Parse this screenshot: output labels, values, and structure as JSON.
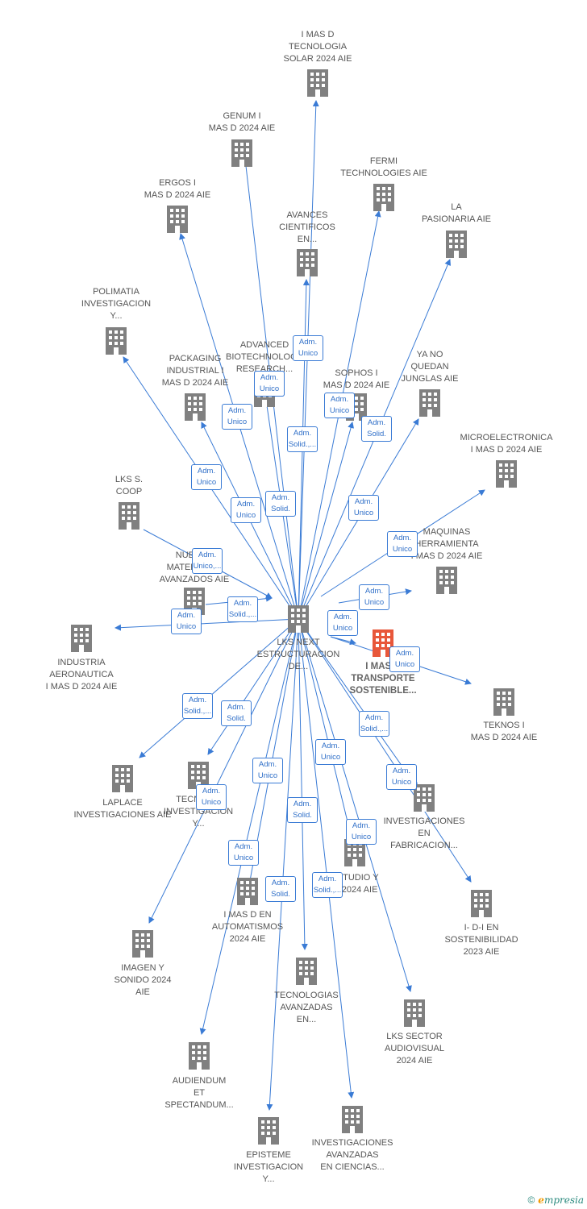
{
  "colors": {
    "edge": "#3a7bd5",
    "node": "#808080",
    "highlight": "#e8573a",
    "text": "#555555"
  },
  "center": {
    "id": "center",
    "label": "LKS NEXT\nESTRUCTURACION\nDE..."
  },
  "nodes": [
    {
      "id": "solar",
      "label": "I MAS D\nTECNOLOGIA\nSOLAR 2024 AIE",
      "icon": "building-icon"
    },
    {
      "id": "genum",
      "label": "GENUM I\nMAS D 2024 AIE",
      "icon": "building-icon"
    },
    {
      "id": "fermi",
      "label": "FERMI\nTECHNOLOGIES AIE",
      "icon": "building-icon"
    },
    {
      "id": "ergos",
      "label": "ERGOS I\nMAS D 2024 AIE",
      "icon": "building-icon"
    },
    {
      "id": "pasionaria",
      "label": "LA\nPASIONARIA AIE",
      "icon": "building-icon"
    },
    {
      "id": "avances",
      "label": "AVANCES\nCIENTIFICOS\nEN...",
      "icon": "building-icon"
    },
    {
      "id": "polimatia",
      "label": "POLIMATIA\nINVESTIGACION\nY...",
      "icon": "building-icon"
    },
    {
      "id": "advanced",
      "label": "ADVANCED\nBIOTECHNOLOGY\nRESEARCH...",
      "icon": "building-icon"
    },
    {
      "id": "packaging",
      "label": "PACKAGING\nINDUSTRIAL I\nMAS D 2024 AIE",
      "icon": "building-icon"
    },
    {
      "id": "sophos",
      "label": "SOPHOS I\nMAS D 2024 AIE",
      "icon": "building-icon"
    },
    {
      "id": "yano",
      "label": "YA NO\nQUEDAN\nJUNGLAS AIE",
      "icon": "building-icon"
    },
    {
      "id": "micro",
      "label": "MICROELECTRONICA\nI MAS D 2024 AIE",
      "icon": "building-icon"
    },
    {
      "id": "lks",
      "label": "LKS S.\nCOOP",
      "icon": "building-icon"
    },
    {
      "id": "maquinas",
      "label": "MAQUINAS\nHERRAMIENTA\nI MAS D 2024 AIE",
      "icon": "building-icon"
    },
    {
      "id": "nuevos",
      "label": "NUEVOS\nMATERIALES\nAVANZADOS AIE",
      "icon": "building-icon"
    },
    {
      "id": "aero",
      "label": "INDUSTRIA\nAERONAUTICA\nI MAS D 2024 AIE",
      "icon": "building-icon"
    },
    {
      "id": "transporte",
      "label": "I MAS D\nTRANSPORTE\nSOSTENIBLE...",
      "icon": "building-icon",
      "highlight": true
    },
    {
      "id": "teknos",
      "label": "TEKNOS I\nMAS D 2024 AIE",
      "icon": "building-icon"
    },
    {
      "id": "laplace",
      "label": "LAPLACE\nINVESTIGACIONES AIE",
      "icon": "building-icon"
    },
    {
      "id": "tecnicas",
      "label": "TECNICAS\nINVESTIGACION\nY...",
      "icon": "building-icon"
    },
    {
      "id": "fabricacion",
      "label": "INVESTIGACIONES\nEN\nFABRICACION...",
      "icon": "building-icon"
    },
    {
      "id": "estudio",
      "label": "ESTUDIO Y\n... 2024 AIE",
      "icon": "building-icon"
    },
    {
      "id": "automatismos",
      "label": "I MAS D EN\nAUTOMATISMOS\n2024 AIE",
      "icon": "building-icon"
    },
    {
      "id": "sostenibilidad",
      "label": "I- D-I EN\nSOSTENIBILIDAD\n2023 AIE",
      "icon": "building-icon"
    },
    {
      "id": "imagen",
      "label": "IMAGEN Y\nSONIDO 2024\nAIE",
      "icon": "building-icon"
    },
    {
      "id": "tecavanzadas",
      "label": "TECNOLOGIAS\nAVANZADAS\nEN...",
      "icon": "building-icon"
    },
    {
      "id": "audiovisual",
      "label": "LKS SECTOR\nAUDIOVISUAL\n2024 AIE",
      "icon": "building-icon"
    },
    {
      "id": "audiendum",
      "label": "AUDIENDUM\nET\nSPECTANDUM...",
      "icon": "building-icon"
    },
    {
      "id": "episteme",
      "label": "EPISTEME\nINVESTIGACION\nY...",
      "icon": "building-icon"
    },
    {
      "id": "ciencias",
      "label": "INVESTIGACIONES\nAVANZADAS\nEN CIENCIAS...",
      "icon": "building-icon"
    }
  ],
  "edges": [
    {
      "target": "solar",
      "label": "Adm.\nUnico"
    },
    {
      "target": "genum",
      "label": "Adm.\nUnico"
    },
    {
      "target": "fermi",
      "label": "Adm.\nSolid.,..."
    },
    {
      "target": "ergos",
      "label": "Adm.\nUnico"
    },
    {
      "target": "pasionaria",
      "label": "Adm.\nSolid."
    },
    {
      "target": "avances",
      "label": "Adm.\nSolid."
    },
    {
      "target": "polimatia",
      "label": "Adm.\nUnico"
    },
    {
      "target": "packaging",
      "label": "Adm.\nUnico"
    },
    {
      "target": "sophos",
      "label": "Adm.\nUnico"
    },
    {
      "target": "yano",
      "label": "Adm.\nUnico"
    },
    {
      "target": "micro",
      "label": "Adm.\nUnico"
    },
    {
      "target": "lks",
      "label": "Adm.\nUnico,..."
    },
    {
      "target": "maquinas",
      "label": "Adm.\nUnico"
    },
    {
      "target": "nuevos",
      "label": "Adm.\nSolid.,..."
    },
    {
      "target": "aero",
      "label": "Adm.\nUnico"
    },
    {
      "target": "transporte",
      "label": "Adm.\nUnico"
    },
    {
      "target": "teknos",
      "label": "Adm.\nUnico"
    },
    {
      "target": "laplace",
      "label": "Adm.\nSolid.,..."
    },
    {
      "target": "tecnicas",
      "label": "Adm.\nSolid."
    },
    {
      "target": "fabricacion",
      "label": "Adm.\nSolid.,..."
    },
    {
      "target": "sostenibilidad",
      "label": "Adm.\nUnico"
    },
    {
      "target": "imagen",
      "label": "Adm.\nUnico"
    },
    {
      "target": "estudio",
      "label": "Adm.\nUnico"
    },
    {
      "target": "automatismos",
      "label": "Adm.\nUnico"
    },
    {
      "target": "tecavanzadas",
      "label": "Adm.\nSolid."
    },
    {
      "target": "audiovisual",
      "label": "Adm.\nUnico"
    },
    {
      "target": "audiendum",
      "label": "Adm.\nUnico"
    },
    {
      "target": "episteme",
      "label": "Adm.\nSolid."
    },
    {
      "target": "ciencias",
      "label": "Adm.\nSolid.,..."
    },
    {
      "target": "advanced",
      "label": "Adm.\nUnico"
    }
  ],
  "footer": {
    "copyright": "©",
    "brand_e": "e",
    "brand_rest": "mpresia"
  }
}
